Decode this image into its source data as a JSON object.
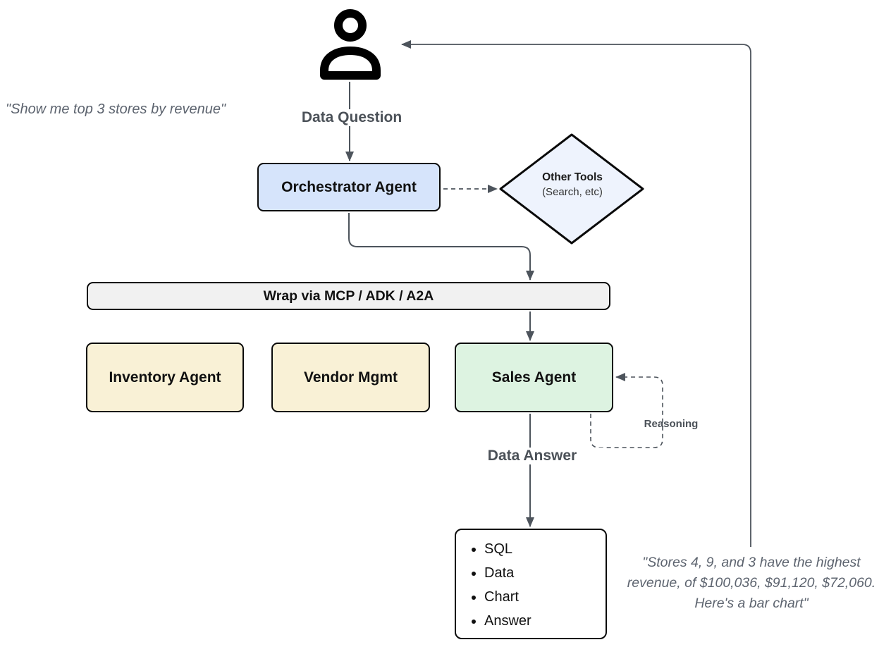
{
  "diagram_title": "orchestrator-multi-agent-flow",
  "nodes": {
    "user": {
      "icon": "person-icon"
    },
    "orchestrator": {
      "label": "Orchestrator Agent",
      "fill": "#d6e4fb"
    },
    "other_tools": {
      "title": "Other Tools",
      "subtitle": "(Search, etc)",
      "fill": "#eef3fd"
    },
    "wrap_layer": {
      "label": "Wrap via MCP / ADK / A2A",
      "fill": "#f1f1f1"
    },
    "inventory": {
      "label": "Inventory Agent",
      "fill": "#f9f1d6"
    },
    "vendor": {
      "label": "Vendor Mgmt",
      "fill": "#f9f1d6"
    },
    "sales": {
      "label": "Sales Agent",
      "fill": "#ddf3e1"
    },
    "output": {
      "items": [
        "SQL",
        "Data",
        "Chart",
        "Answer"
      ],
      "fill": "#ffffff"
    }
  },
  "edge_labels": {
    "data_question": "Data Question",
    "data_answer": "Data Answer",
    "reasoning": "Reasoning"
  },
  "quotes": {
    "left": "\"Show me top 3 stores by revenue\"",
    "right": [
      "\"Stores 4, 9, and 3 have the highest",
      "revenue, of $100,036, $91,120, $72,060.",
      "Here's a bar chart\""
    ]
  },
  "colors": {
    "connector": "#4d545c",
    "box_border": "#0a0a0a",
    "label_text": "#4b5158",
    "quote_text": "#5d646f"
  }
}
